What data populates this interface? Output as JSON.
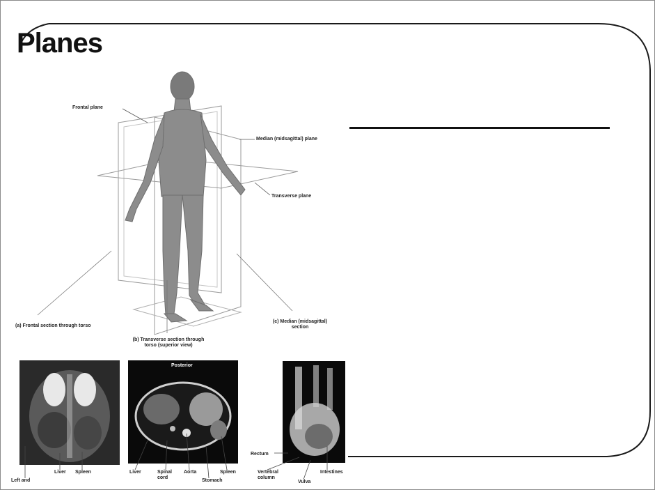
{
  "slide": {
    "title": "Planes"
  },
  "figure": {
    "plane_labels": {
      "frontal": "Frontal plane",
      "median": "Median (midsagittal) plane",
      "transverse": "Transverse plane"
    },
    "section_captions": {
      "a": "(a) Frontal section through torso",
      "b_line1": "(b) Transverse section through",
      "b_line2": "torso (superior view)",
      "c_line1": "(c) Median (midsagittal)",
      "c_line2": "section"
    },
    "scan_b_header": "Posterior",
    "scan_a_labels": [
      "Left and",
      "Liver",
      "Spleen"
    ],
    "scan_b_labels": [
      "Liver",
      "Spinal cord",
      "Aorta",
      "Stomach",
      "Spleen"
    ],
    "scan_c_labels": [
      "Rectum",
      "Vertebral column",
      "Intestines",
      "Vulva"
    ]
  },
  "colors": {
    "border": "#1a1a1a",
    "body_figure": "#8c8c8c",
    "scan_bg": "#0a0a0a"
  }
}
